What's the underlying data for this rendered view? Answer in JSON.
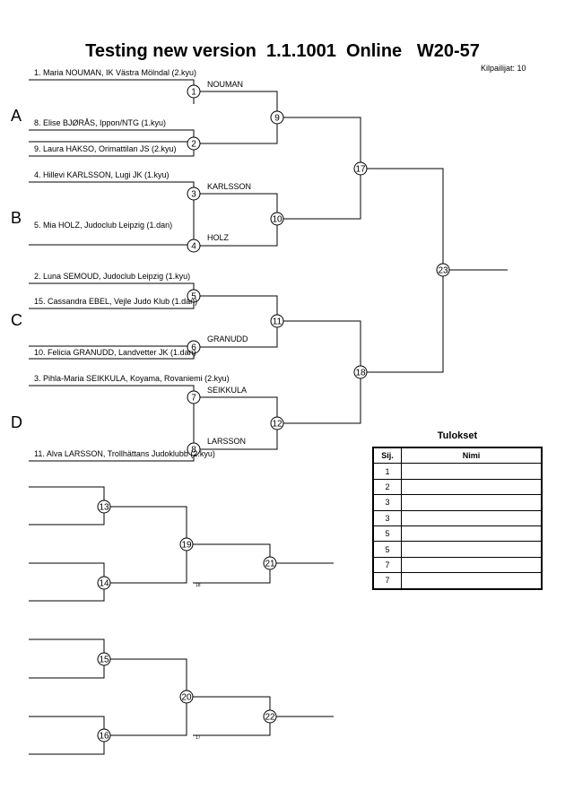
{
  "header": {
    "title": "Testing new version  1.1.1001  Online   W20-57",
    "competitors_count": "Kilpailijat: 10"
  },
  "pools": [
    "A",
    "B",
    "C",
    "D"
  ],
  "competitors": [
    "1. Maria NOUMAN, IK Västra Mölndal (2.kyu)",
    "8. Elise BJØRÅS, Ippon/NTG (1.kyu)",
    "9. Laura HAKSO, Orimattilan JS (2.kyu)",
    "4. Hillevi KARLSSON, Lugi JK (1.kyu)",
    "5. Mia HOLZ, Judoclub Leipzig (1.dan)",
    "2. Luna SEMOUD, Judoclub Leipzig (1.kyu)",
    "15. Cassandra EBEL, Vejle Judo Klub (1.dan)",
    "10. Felicia GRANUDD, Landvetter JK (1.dan)",
    "3. Pihla-Maria SEIKKULA, Koyama, Rovaniemi (2.kyu)",
    "11. Alva LARSSON, Trollhättans Judoklubb (2.kyu)"
  ],
  "winners": [
    "NOUMAN",
    "KARLSSON",
    "HOLZ",
    "GRANUDD",
    "SEIKKULA",
    "LARSSON"
  ],
  "match_numbers": [
    "1",
    "2",
    "3",
    "4",
    "5",
    "6",
    "7",
    "8",
    "9",
    "10",
    "11",
    "12",
    "17",
    "18",
    "23",
    "13",
    "14",
    "19",
    "21",
    "15",
    "16",
    "20",
    "22"
  ],
  "small_refs": [
    "18",
    "17"
  ],
  "results": {
    "title": "Tulokset",
    "col_place": "Sij.",
    "col_name": "Nimi",
    "places": [
      "1",
      "2",
      "3",
      "3",
      "5",
      "5",
      "7",
      "7"
    ]
  }
}
